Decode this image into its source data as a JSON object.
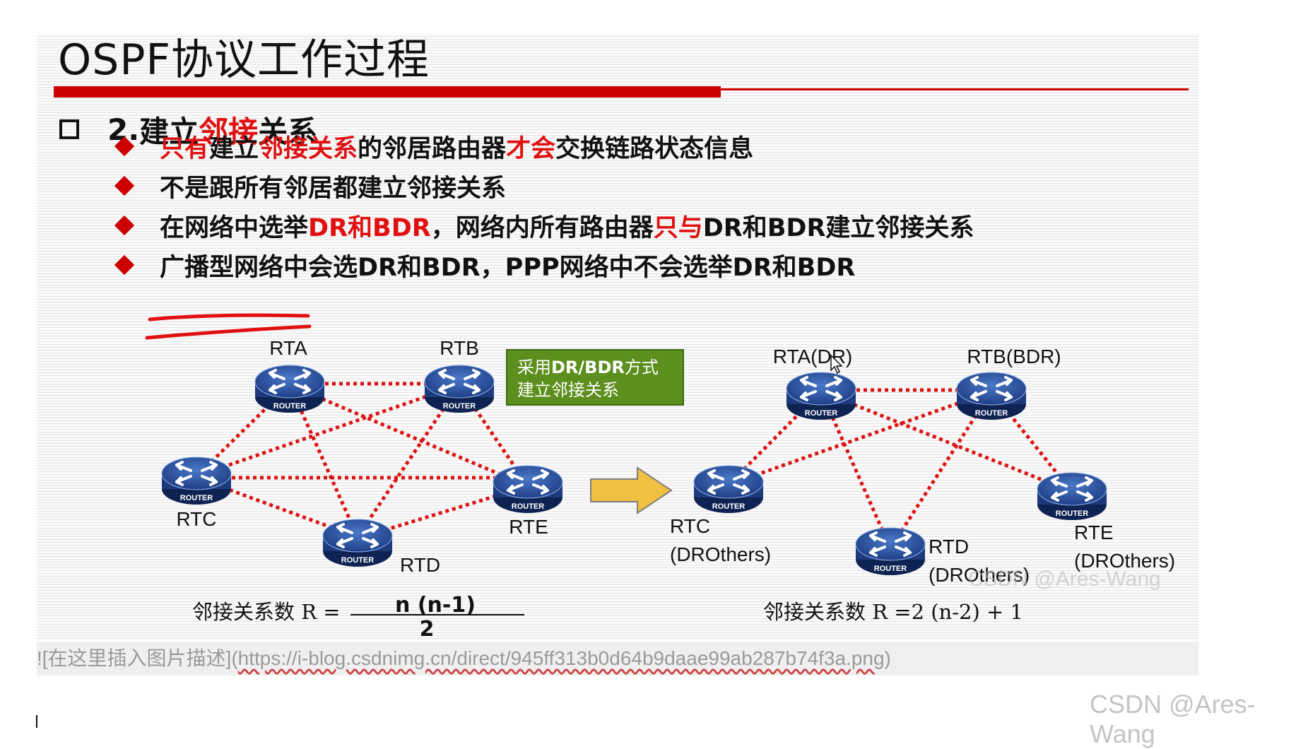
{
  "slide": {
    "title": "OSPF协议工作过程",
    "heading": {
      "number": "2. ",
      "pre": "建立",
      "red": "邻接",
      "post": "关系"
    },
    "bullets": [
      [
        {
          "t": "只有",
          "red": true
        },
        {
          "t": "建立",
          "red": false
        },
        {
          "t": "邻接关系",
          "red": true
        },
        {
          "t": "的邻居路由器",
          "red": false
        },
        {
          "t": "才会",
          "red": true
        },
        {
          "t": "交换链路状态信息",
          "red": false
        }
      ],
      [
        {
          "t": "不是跟所有邻居都建立邻接关系",
          "red": false
        }
      ],
      [
        {
          "t": "在网络中选举",
          "red": false
        },
        {
          "t": "DR和BDR",
          "red": true
        },
        {
          "t": "，网络内所有路由器",
          "red": false
        },
        {
          "t": "只与",
          "red": true
        },
        {
          "t": "DR和BDR建立邻接关系",
          "red": false
        }
      ],
      [
        {
          "t": "广播型网络中会选DR和BDR，PPP网络中不会选举DR和BDR",
          "red": false
        }
      ]
    ]
  },
  "diagram": {
    "router_badge": "ROUTER",
    "left_labels": {
      "rta": "RTA",
      "rtb": "RTB",
      "rtc": "RTC",
      "rtd": "RTD",
      "rte": "RTE"
    },
    "right_labels": {
      "rta": "RTA(DR)",
      "rtb": "RTB(BDR)",
      "rtc": "RTC",
      "rtc_role": "(DROthers)",
      "rtd": "RTD",
      "rtd_role": "(DROthers)",
      "rte": "RTE",
      "rte_role": "(DROthers)"
    },
    "dr_box": {
      "line1_pre": "采用",
      "line1_bold": "DR/BDR",
      "line1_post": "方式",
      "line2": "建立邻接关系"
    },
    "formula_left": {
      "label": "邻接关系数 R =",
      "numerator": "n (n-1)",
      "denominator": "2"
    },
    "formula_right": {
      "label": "邻接关系数 R =2 (n-2) + 1"
    }
  },
  "watermark_inner": "CSDN @Ares-Wang",
  "markdown_line": {
    "prefix": "![在这里插入图片描述](",
    "url": "https://i-blog.csdnimg.cn/direct/945ff313b0d64b9daae99ab287b74f3a.png",
    "suffix": ")"
  },
  "watermark_outer": "CSDN @Ares-Wang",
  "colors": {
    "accent_red": "#cc0000",
    "text_red": "#e01010",
    "router_blue": "#2b55a3",
    "box_green": "#5c8f1d",
    "arrow_yellow": "#f0c040"
  }
}
